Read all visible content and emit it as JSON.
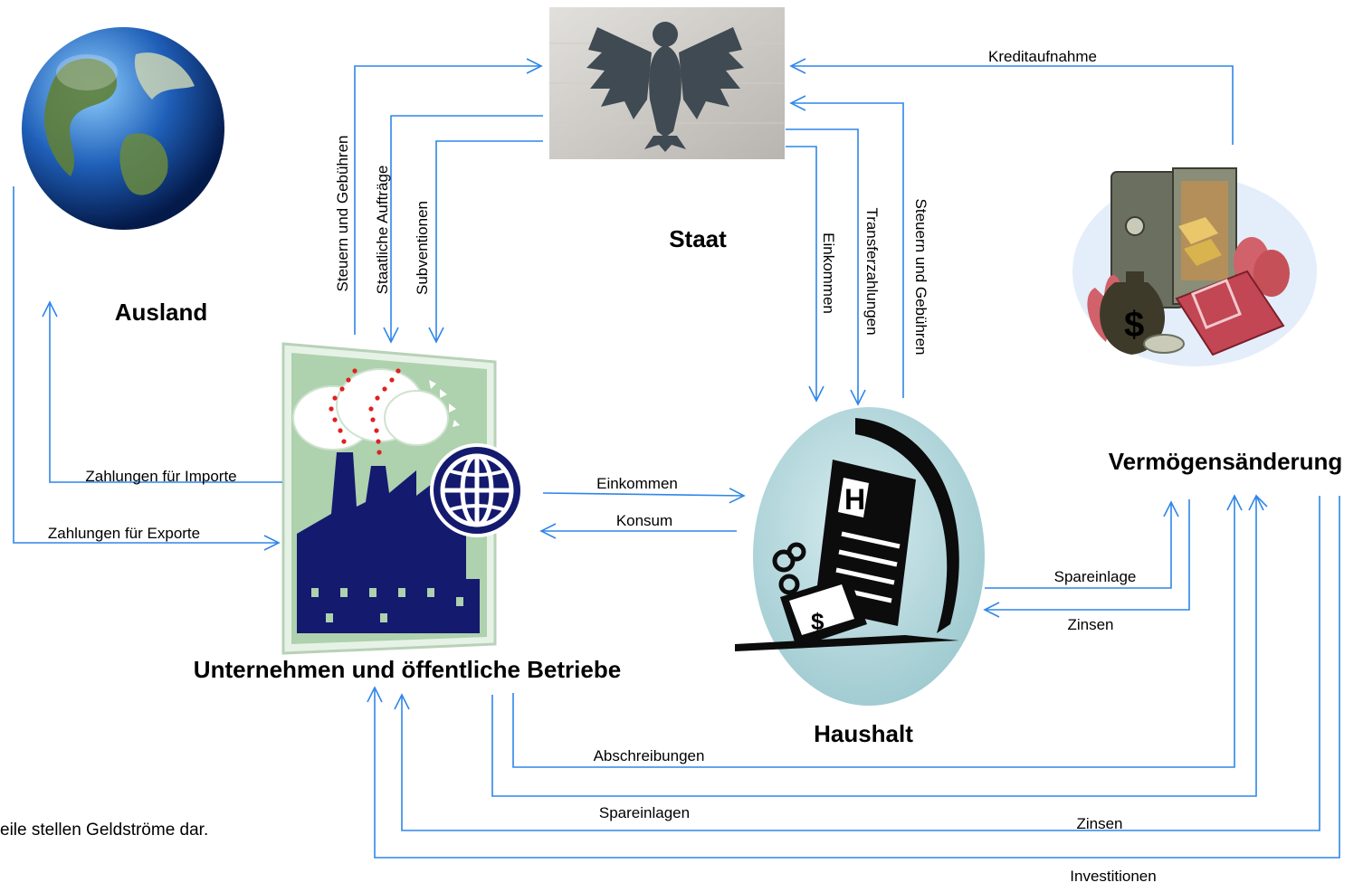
{
  "nodes": {
    "ausland": "Ausland",
    "staat": "Staat",
    "unternehmen": "Unternehmen und öffentliche Betriebe",
    "haushalt": "Haushalt",
    "vermoegen": "Vermögensänderung"
  },
  "flows": {
    "zahlungen_importe": "Zahlungen für Importe",
    "zahlungen_exporte": "Zahlungen für Exporte",
    "steuern_gebuehren_u": "Steuern und Gebühren",
    "staatliche_auftraege": "Staatliche Aufträge",
    "subventionen": "Subventionen",
    "einkommen_staat": "Einkommen",
    "transferzahlungen": "Transferzahlungen",
    "steuern_gebuehren_h": "Steuern und Gebühren",
    "kreditaufnahme": "Kreditaufnahme",
    "einkommen": "Einkommen",
    "konsum": "Konsum",
    "spareinlage": "Spareinlage",
    "zinsen_h": "Zinsen",
    "abschreibungen": "Abschreibungen",
    "spareinlagen": "Spareinlagen",
    "zinsen_u": "Zinsen",
    "investitionen": "Investitionen"
  },
  "footnote": "eile stellen Geldströme dar.",
  "icons": [
    "globe-icon",
    "federal-eagle-icon",
    "factory-icon",
    "household-document-icon",
    "safe-money-icon"
  ],
  "colors": {
    "flow_arrow": "#2f86e8",
    "factory_navy": "#141a6e"
  }
}
